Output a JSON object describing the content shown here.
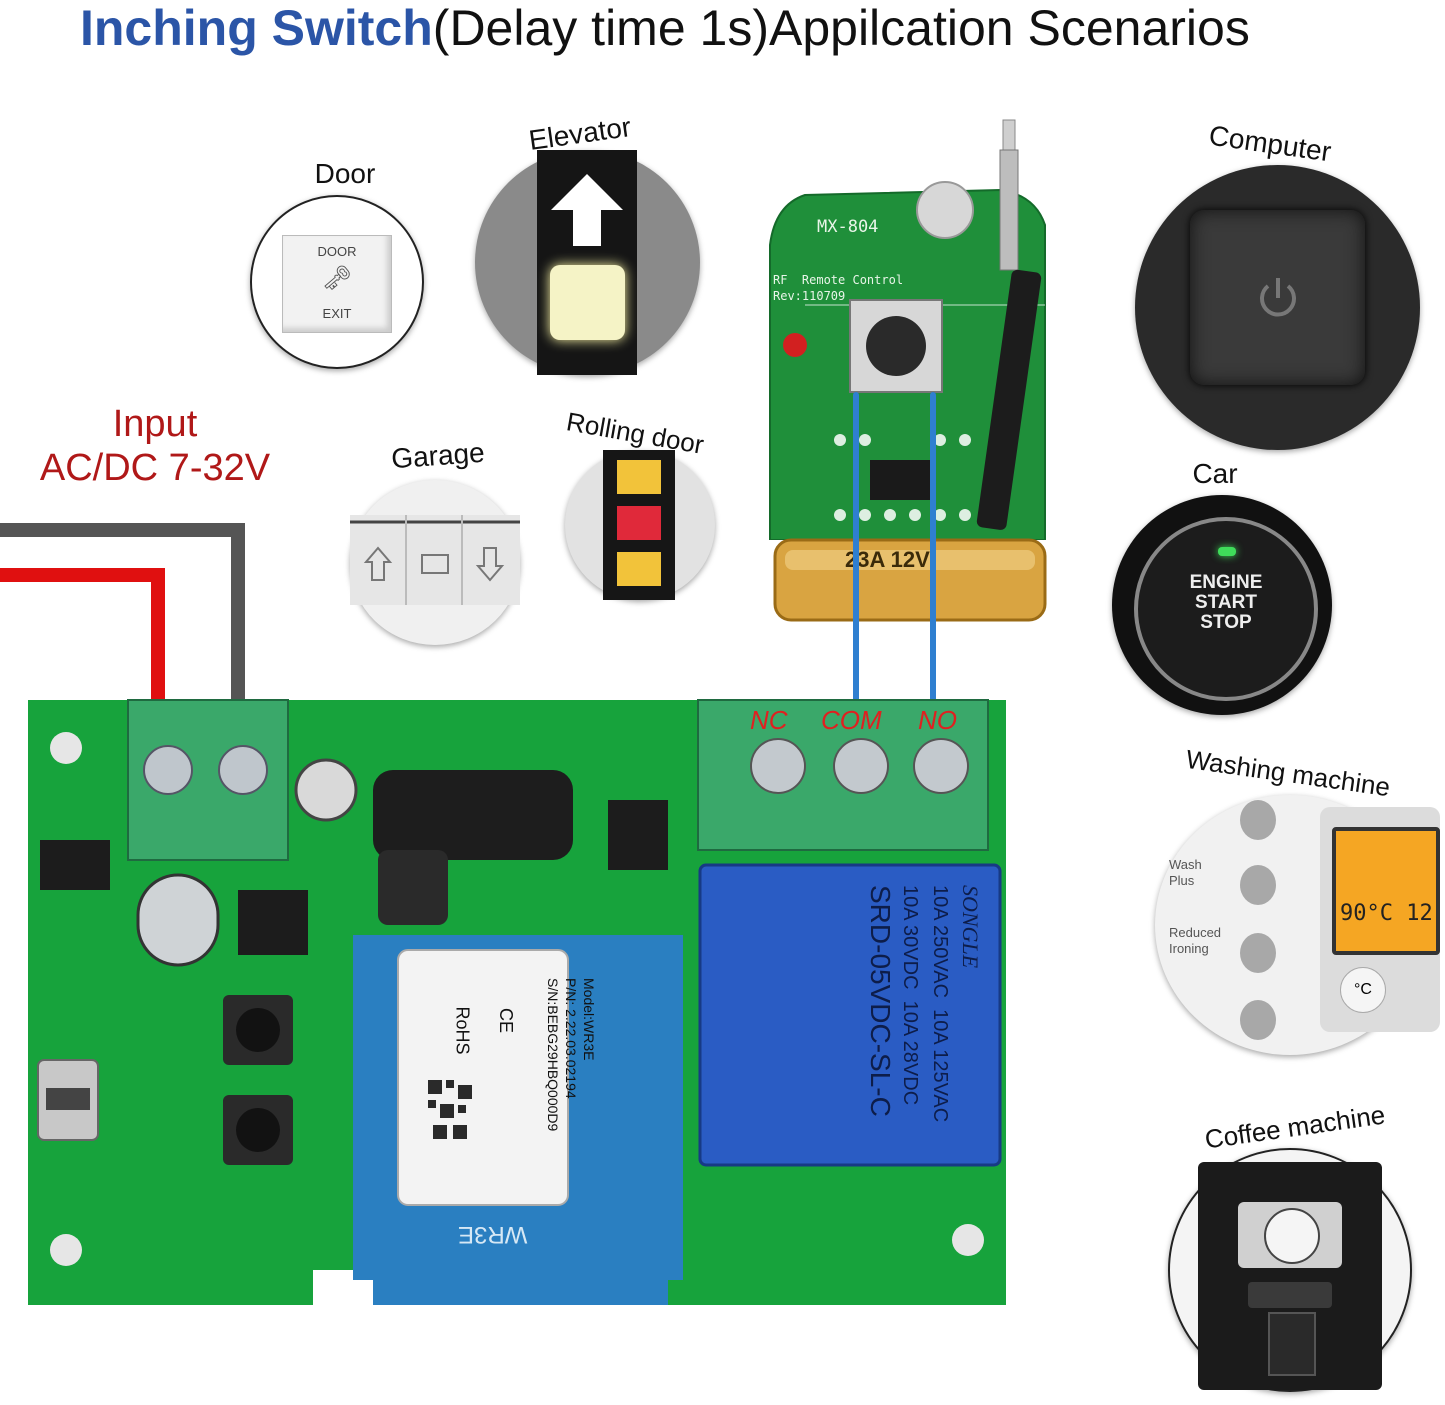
{
  "title": {
    "highlight": "Inching Switch",
    "rest": "(Delay time 1s)Appilcation Scenarios"
  },
  "input_label": {
    "line1": "Input",
    "line2": "AC/DC 7-32V"
  },
  "scenarios": {
    "door": "Door",
    "elevator": "Elevator",
    "garage": "Garage",
    "rolling_door": "Rolling door",
    "computer": "Computer",
    "car": "Car",
    "washing_machine": "Washing machine",
    "coffee_machine": "Coffee machine"
  },
  "door_button": {
    "top": "DOOR",
    "bottom": "EXIT"
  },
  "car_button": {
    "line1": "ENGINE",
    "line2": "START",
    "line3": "STOP"
  },
  "washing_panel": {
    "wash_plus": "Wash Plus",
    "reduced_ironing": "Reduced Ironing",
    "display": "90°C 12",
    "celsius": "°C"
  },
  "remote": {
    "model": "MX-804",
    "line1": "RF  Remote Control",
    "line2": "Rev:110709",
    "battery": "23A 12V"
  },
  "terminals": {
    "nc": "NC",
    "com": "COM",
    "no": "NO"
  },
  "module": {
    "model": "Model:WR3E",
    "pn": "P/N: 2.22.03.02194",
    "sn": "S/N:BEBG29HBQ000D9",
    "ce": "CE",
    "rohs": "RoHS",
    "board": "WR3E"
  },
  "relay": {
    "line1": "10A 250VAC  10A 125VAC",
    "line2": "10A 30VDC  10A 28VDC",
    "model": "SRD-05VDC-SL-C",
    "brand": "SONGLE"
  },
  "colors": {
    "title_highlight": "#2b55a7",
    "input_text": "#b01818",
    "pcb": "#17a33c",
    "relay": "#2a5cc4",
    "terminal_block": "#3aa86a",
    "wire_red": "#e01010",
    "wire_gray": "#555555",
    "wire_blue": "#2f7fd0"
  }
}
